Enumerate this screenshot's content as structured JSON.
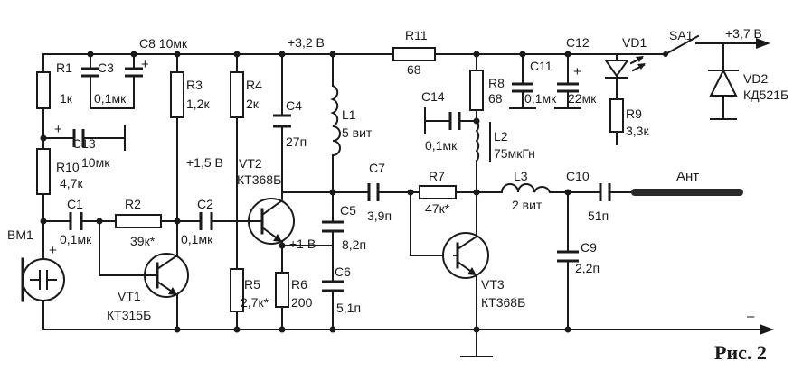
{
  "figure_caption": "Рис. 2",
  "rails": {
    "c8_rail": "C8 10мк",
    "v32": "+3,2 В",
    "v37": "+3,7 В",
    "v15": "+1,5 В",
    "v1": "+1 В",
    "minus": "–"
  },
  "components": {
    "r1": {
      "ref": "R1",
      "value": "1к"
    },
    "c3": {
      "ref": "C3",
      "value": "0,1мк"
    },
    "r3": {
      "ref": "R3",
      "value": "1,2к"
    },
    "r4": {
      "ref": "R4",
      "value": "2к"
    },
    "c4": {
      "ref": "C4",
      "value": "27п"
    },
    "l1": {
      "ref": "L1",
      "value": "5 вит"
    },
    "r11": {
      "ref": "R11",
      "value": "68"
    },
    "r8": {
      "ref": "R8",
      "value": "68"
    },
    "c11": {
      "ref": "C11",
      "value": "0,1мк"
    },
    "c12": {
      "ref": "C12",
      "value": "22мк"
    },
    "vd1": {
      "ref": "VD1"
    },
    "sa1": {
      "ref": "SA1"
    },
    "vd2": {
      "ref": "VD2",
      "value": "КД521Б"
    },
    "r9": {
      "ref": "R9",
      "value": "3,3к"
    },
    "c13": {
      "ref": "C13",
      "value": "10мк"
    },
    "r10": {
      "ref": "R10",
      "value": "4,7к"
    },
    "c14": {
      "ref": "C14",
      "value": "0,1мк"
    },
    "l2": {
      "ref": "L2",
      "value": "75мкГн"
    },
    "vt2": {
      "ref": "VT2",
      "value": "КТ368Б"
    },
    "c7": {
      "ref": "C7",
      "value": "3,9п"
    },
    "r7": {
      "ref": "R7",
      "value": "47к*"
    },
    "l3": {
      "ref": "L3",
      "value": "2 вит"
    },
    "c10": {
      "ref": "C10",
      "value": "51п"
    },
    "antenna": "Ант",
    "bm1": {
      "ref": "BM1"
    },
    "c1": {
      "ref": "C1",
      "value": "0,1мк"
    },
    "r2": {
      "ref": "R2",
      "value": "39к*"
    },
    "c2": {
      "ref": "C2",
      "value": "0,1мк"
    },
    "c5": {
      "ref": "C5",
      "value": "8,2п"
    },
    "c9": {
      "ref": "C9",
      "value": "2,2п"
    },
    "vt1": {
      "ref": "VT1",
      "value": "КТ315Б"
    },
    "r5": {
      "ref": "R5",
      "value": "2,7к*"
    },
    "r6": {
      "ref": "R6",
      "value": "200"
    },
    "c6": {
      "ref": "C6",
      "value": "5,1п"
    },
    "vt3": {
      "ref": "VT3",
      "value": "КТ368Б"
    }
  },
  "polarity": {
    "plus": "+"
  }
}
